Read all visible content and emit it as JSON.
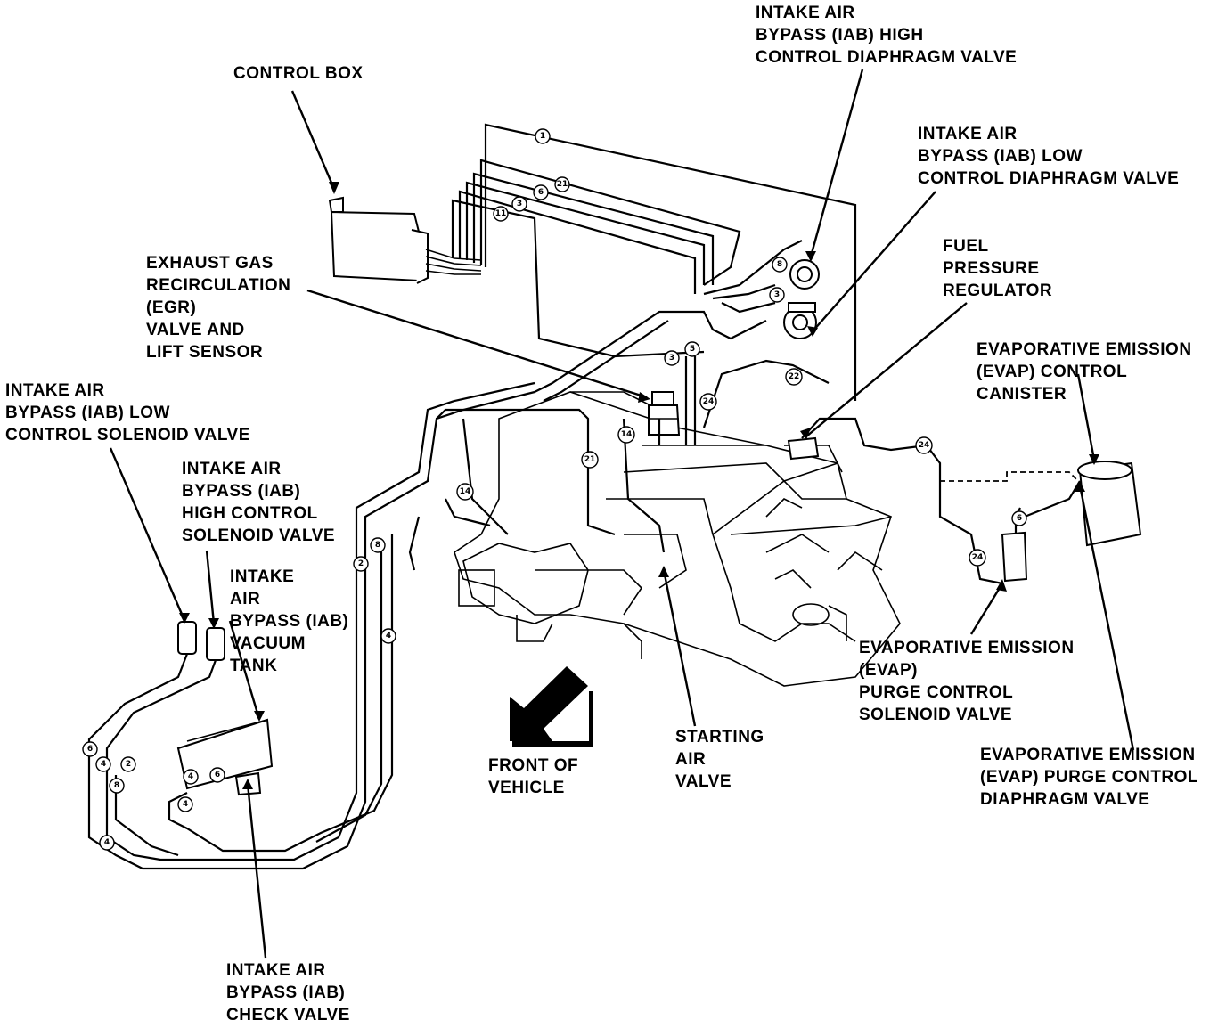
{
  "labels": {
    "control_box": [
      "CONTROL BOX"
    ],
    "iab_high_diaphragm": [
      "INTAKE AIR",
      "BYPASS (IAB) HIGH",
      "CONTROL DIAPHRAGM VALVE"
    ],
    "iab_low_diaphragm": [
      "INTAKE AIR",
      "BYPASS (IAB) LOW",
      "CONTROL DIAPHRAGM VALVE"
    ],
    "fuel_pressure_regulator": [
      "FUEL",
      "PRESSURE",
      "REGULATOR"
    ],
    "egr_valve": [
      "EXHAUST GAS",
      "RECIRCULATION",
      "(EGR)",
      "VALVE AND",
      "LIFT SENSOR"
    ],
    "evap_canister": [
      "EVAPORATIVE EMISSION",
      "(EVAP) CONTROL",
      "CANISTER"
    ],
    "iab_low_solenoid": [
      "INTAKE AIR",
      "BYPASS (IAB) LOW",
      "CONTROL SOLENOID VALVE"
    ],
    "iab_high_solenoid": [
      "INTAKE AIR",
      "BYPASS (IAB)",
      "HIGH CONTROL",
      "SOLENOID VALVE"
    ],
    "iab_vacuum_tank": [
      "INTAKE",
      "AIR",
      "BYPASS (IAB)",
      "VACUUM",
      "TANK"
    ],
    "evap_purge_solenoid": [
      "EVAPORATIVE EMISSION",
      "(EVAP)",
      "PURGE CONTROL",
      "SOLENOID VALVE"
    ],
    "evap_purge_diaphragm": [
      "EVAPORATIVE EMISSION",
      "(EVAP) PURGE CONTROL",
      "DIAPHRAGM VALVE"
    ],
    "starting_air_valve": [
      "STARTING",
      "AIR",
      "VALVE"
    ],
    "front_of_vehicle": [
      "FRONT OF",
      "VEHICLE"
    ],
    "iab_check_valve": [
      "INTAKE AIR",
      "BYPASS (IAB)",
      "CHECK VALVE"
    ]
  },
  "hose_numbers": {
    "top_1": "1",
    "top_21": "21",
    "top_6": "6",
    "top_3": "3",
    "top_11": "11",
    "dv_8": "8",
    "dv_3": "3",
    "mid_5": "5",
    "mid_3": "3",
    "mid_24": "24",
    "mid_22": "22",
    "egr_14": "14",
    "left_14": "14",
    "center_21": "21",
    "left_2": "2",
    "left_8": "8",
    "left_4": "4",
    "evap_24a": "24",
    "evap_6": "6",
    "evap_24b": "24",
    "lp_6": "6",
    "lp_4a": "4",
    "lp_2": "2",
    "lp_8": "8",
    "lp_4b": "4",
    "tank_6": "6",
    "tank_4": "4",
    "tank_4b": "4"
  }
}
